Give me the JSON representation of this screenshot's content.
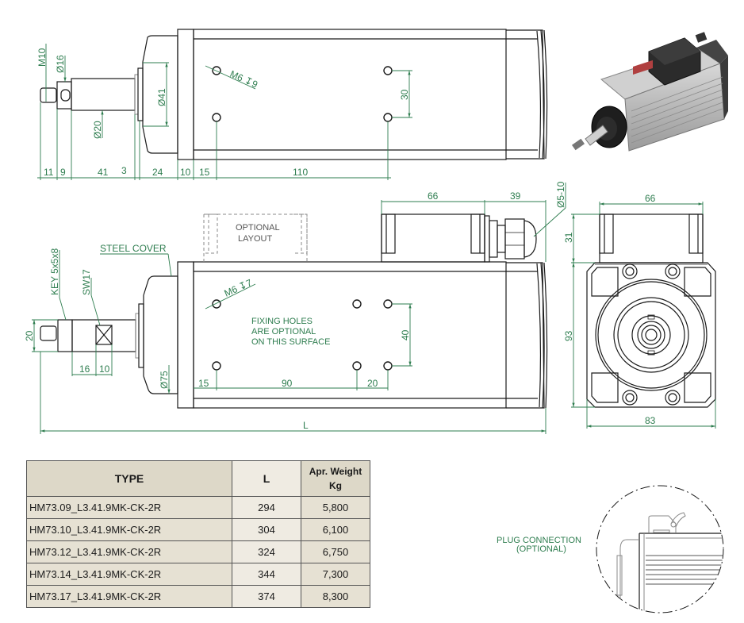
{
  "drawing": {
    "top_view": {
      "shaft_labels": {
        "thread": "M10",
        "collar_diameter": "Ø16",
        "shaft_diameter": "Ø20",
        "flange_diameter": "Ø41"
      },
      "axial_dims": [
        "11",
        "9",
        "41",
        "3",
        "24",
        "10",
        "15",
        "110"
      ],
      "hole_callout": "M6 ↧9",
      "hole_spacing": "30"
    },
    "side_view": {
      "key_label": "KEY 5x5x8",
      "wrench_label": "SW17",
      "steel_cover_label": "STEEL COVER",
      "shaft_height": "20",
      "key_dims": [
        "16",
        "10"
      ],
      "body_diameter": "Ø75",
      "optional_layout": [
        "OPTIONAL",
        "LAYOUT"
      ],
      "hole_callout": "M6 ↧7",
      "fixing_note": [
        "FIXING   HOLES",
        "ARE   OPTIONAL",
        "ON THIS SURFACE"
      ],
      "hole_dims": [
        "15",
        "90",
        "20"
      ],
      "hole_spacing": "40",
      "box_length": "66",
      "gland_length": "39",
      "cable_diameter": "Ø5-10",
      "overall_length": "L"
    },
    "end_view": {
      "box_width": "66",
      "box_height": "31",
      "body_height": "93",
      "body_width": "83"
    },
    "plug_detail": {
      "title": "PLUG  CONNECTION",
      "subtitle": "(OPTIONAL)"
    }
  },
  "table": {
    "headers": {
      "type": "TYPE",
      "l": "L",
      "weight_line1": "Apr. Weight",
      "weight_line2": "Kg"
    },
    "rows": [
      {
        "type": "HM73.09_L3.41.9MK-CK-2R",
        "l": "294",
        "weight": "5,800"
      },
      {
        "type": "HM73.10_L3.41.9MK-CK-2R",
        "l": "304",
        "weight": "6,100"
      },
      {
        "type": "HM73.12_L3.41.9MK-CK-2R",
        "l": "324",
        "weight": "6,750"
      },
      {
        "type": "HM73.14_L3.41.9MK-CK-2R",
        "l": "344",
        "weight": "7,300"
      },
      {
        "type": "HM73.17_L3.41.9MK-CK-2R",
        "l": "374",
        "weight": "8,300"
      }
    ]
  },
  "colors": {
    "dimension": "#2e7d4f",
    "line": "#1a1a1a",
    "table_header": "#ddd8c8",
    "table_cell": "#e6e1d3"
  }
}
